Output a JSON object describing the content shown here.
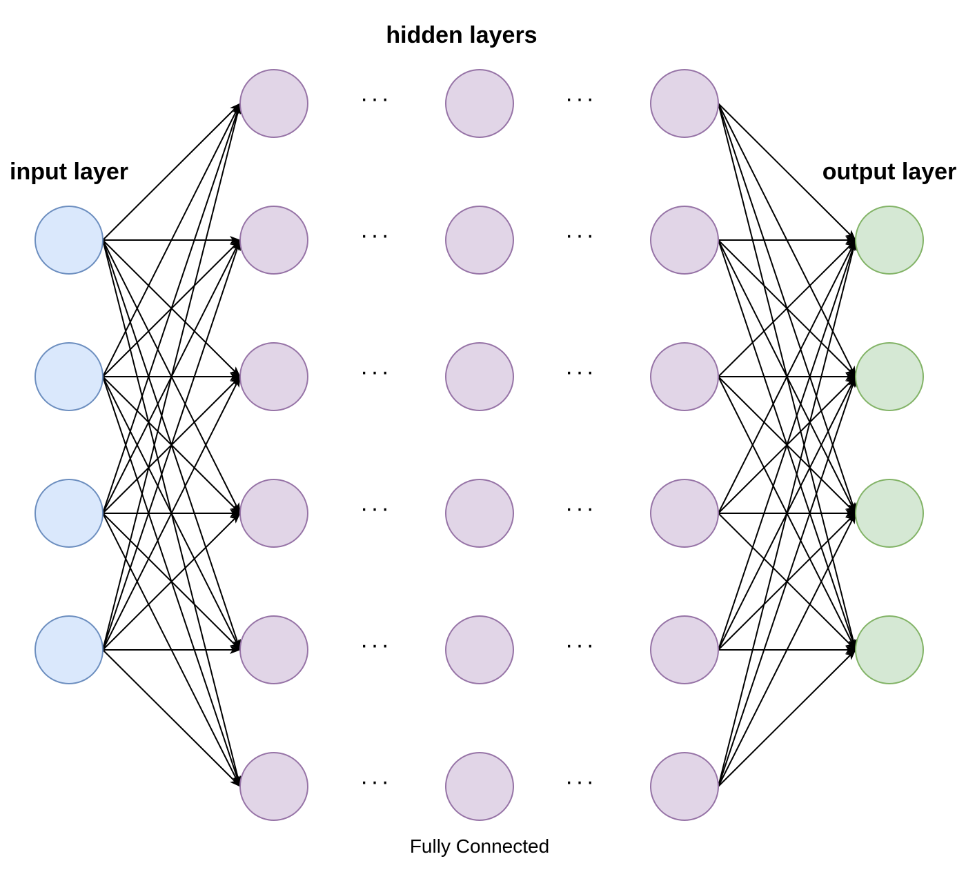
{
  "labels": {
    "hidden": "hidden layers",
    "input": "input layer",
    "output": "output layer",
    "caption": "Fully Connected",
    "ellipsis": "···"
  },
  "layers": {
    "input": {
      "count": 4,
      "fill": "#dae8fc",
      "stroke": "#6c8ebf"
    },
    "hidden": {
      "count": 6,
      "columns": 3,
      "fill": "#e1d5e7",
      "stroke": "#9673a6"
    },
    "output": {
      "count": 4,
      "fill": "#d5e8d4",
      "stroke": "#82b366"
    }
  },
  "connections": {
    "input_to_first_hidden": "all-to-all",
    "last_hidden_to_output": "all-to-all"
  }
}
